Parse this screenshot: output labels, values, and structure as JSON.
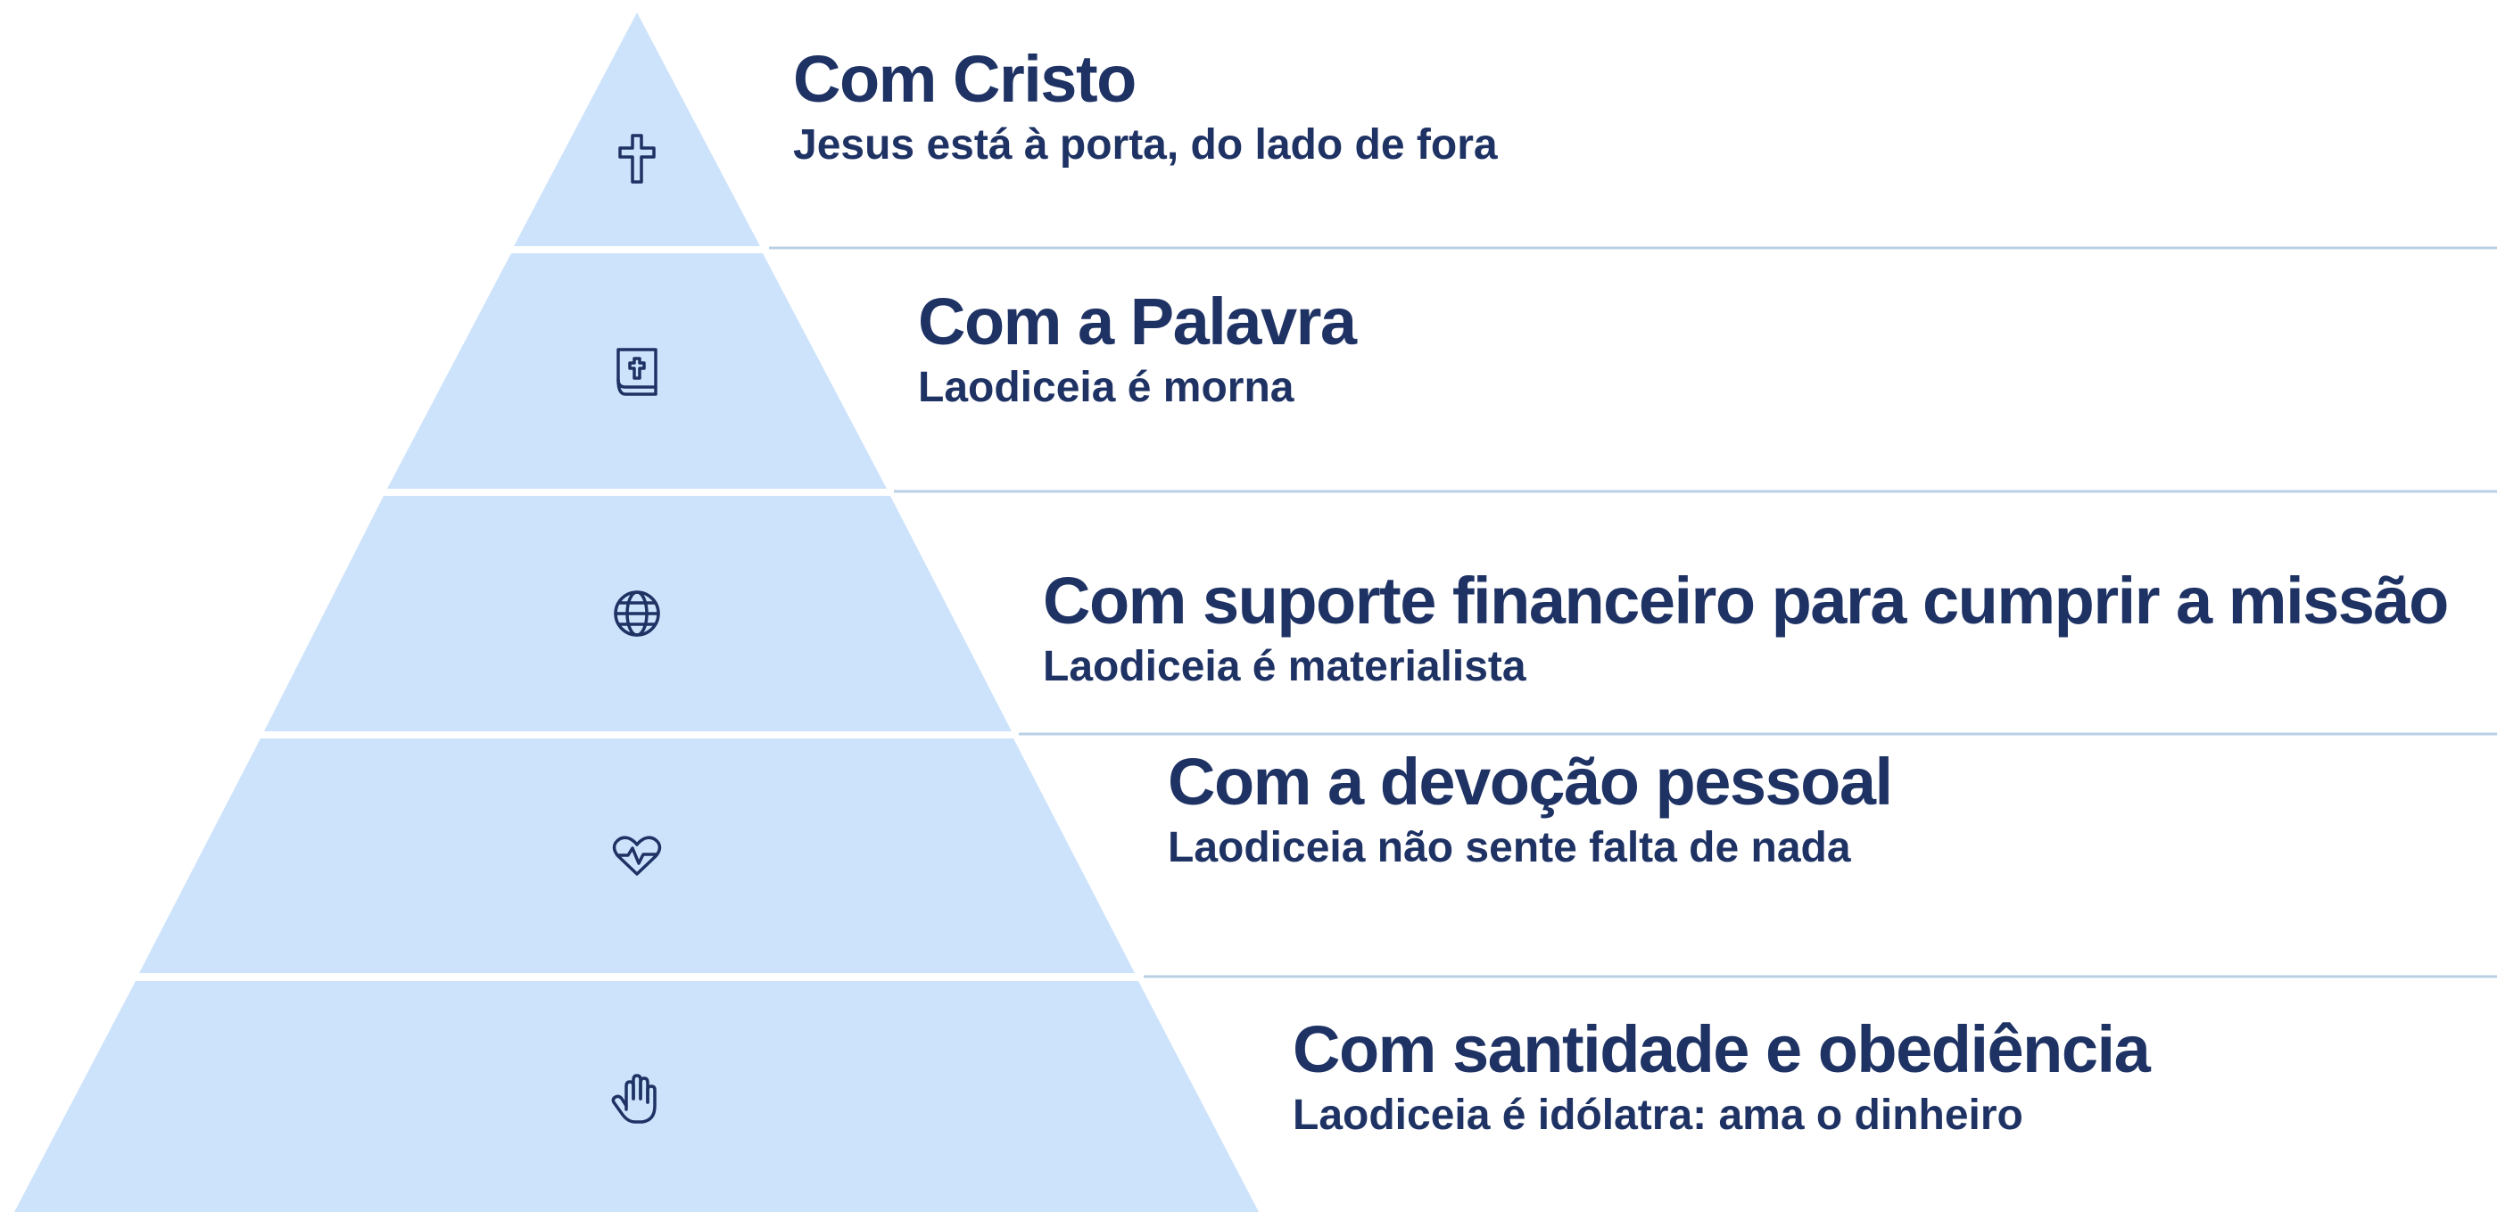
{
  "colors": {
    "segment_fill": "#cde3fc",
    "separator_line": "#b9d0e4",
    "text": "#1e3264",
    "icon_stroke": "#1e3264"
  },
  "tiers": [
    {
      "title": "Com Cristo",
      "subtitle": "Jesus está à porta, do lado de fora",
      "icon": "cross-icon"
    },
    {
      "title": "Com a Palavra",
      "subtitle": "Laodiceia é morna",
      "icon": "bible-icon"
    },
    {
      "title": "Com suporte financeiro para cumprir a missão",
      "subtitle": "Laodiceia é materialista",
      "icon": "globe-icon"
    },
    {
      "title": "Com a devoção pessoal",
      "subtitle": "Laodiceia não sente falta de nada",
      "icon": "heartbeat-icon"
    },
    {
      "title": "Com santidade e obediência",
      "subtitle": "Laodiceia é idólatra: ama o dinheiro",
      "icon": "hand-icon"
    }
  ]
}
